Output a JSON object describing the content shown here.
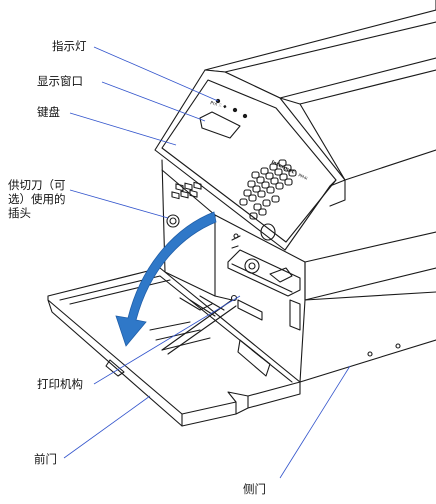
{
  "labels": {
    "indicator_light": "指示灯",
    "display_window": "显示窗口",
    "keypad": "键盘",
    "cutter_socket_line1": "供切刀（可",
    "cutter_socket_line2": "选）使用的",
    "cutter_socket_line3": "插头",
    "print_mechanism": "打印机构",
    "front_door": "前门",
    "side_door": "侧门"
  },
  "panel": {
    "brand": "Intermec",
    "model": "PM4i",
    "indicator_marks": "Prn  ⎍  ◆"
  },
  "colors": {
    "line": "#1a1a1a",
    "leader": "#3355cc",
    "arrow_fill": "#2f78c8",
    "body_fill": "#ffffff",
    "shade": "#e9e9e9"
  }
}
